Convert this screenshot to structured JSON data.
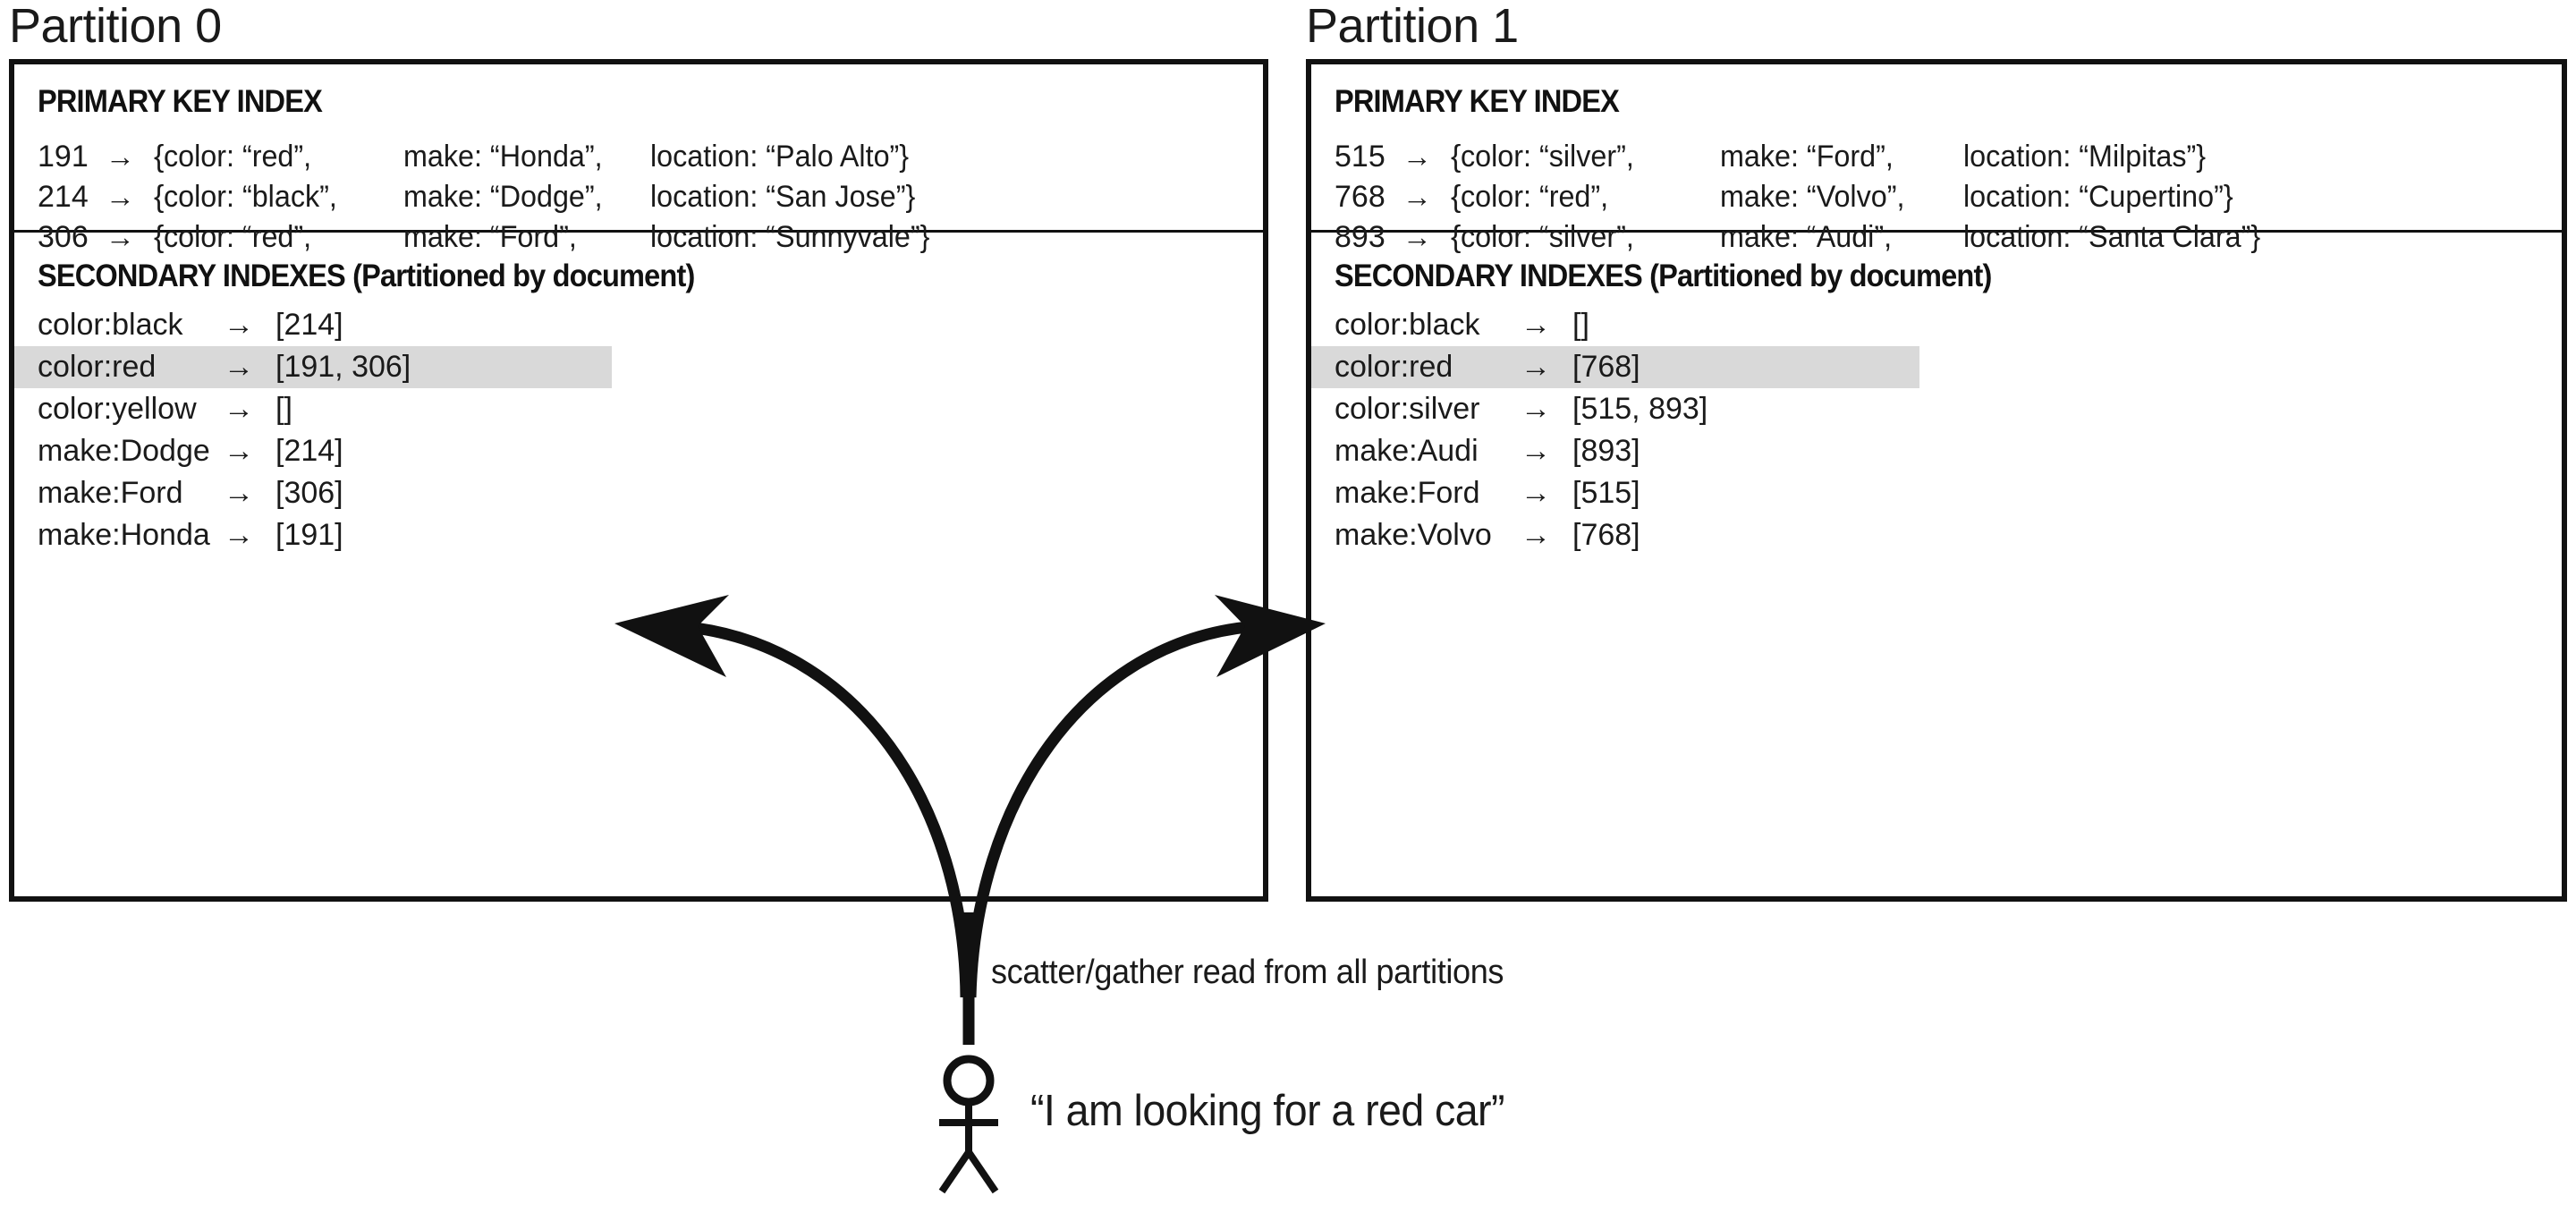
{
  "colors": {
    "stroke": "#111111",
    "text": "#1a1a1a",
    "highlight": "#d9d9d9",
    "background": "#ffffff"
  },
  "partitions": [
    {
      "title": "Partition 0",
      "primary_key_index": {
        "heading": "PRIMARY KEY INDEX",
        "rows": [
          {
            "id": "191",
            "arrow": "→",
            "open": "{",
            "color": "color: “red”,",
            "make": "make: “Honda”,",
            "location": "location: “Palo Alto”}"
          },
          {
            "id": "214",
            "arrow": "→",
            "open": "{",
            "color": "color: “black”,",
            "make": "make: “Dodge”,",
            "location": "location: “San Jose”}"
          },
          {
            "id": "306",
            "arrow": "→",
            "open": "{",
            "color": "color: “red”,",
            "make": "make: “Ford”,",
            "location": "location: “Sunnyvale”}"
          }
        ]
      },
      "secondary_indexes": {
        "heading": "SECONDARY INDEXES (Partitioned by document)",
        "rows": [
          {
            "key": "color:black",
            "arrow": "→",
            "value": "[214]",
            "highlighted": false
          },
          {
            "key": "color:red",
            "arrow": "→",
            "value": "[191, 306]",
            "highlighted": true
          },
          {
            "key": "color:yellow",
            "arrow": "→",
            "value": "[]",
            "highlighted": false
          },
          {
            "key": "make:Dodge",
            "arrow": "→",
            "value": "[214]",
            "highlighted": false
          },
          {
            "key": "make:Ford",
            "arrow": "→",
            "value": "[306]",
            "highlighted": false
          },
          {
            "key": "make:Honda",
            "arrow": "→",
            "value": "[191]",
            "highlighted": false
          }
        ]
      }
    },
    {
      "title": "Partition 1",
      "primary_key_index": {
        "heading": "PRIMARY KEY INDEX",
        "rows": [
          {
            "id": "515",
            "arrow": "→",
            "open": "{",
            "color": "color: “silver”,",
            "make": "make: “Ford”,",
            "location": "location: “Milpitas”}"
          },
          {
            "id": "768",
            "arrow": "→",
            "open": "{",
            "color": "color: “red”,",
            "make": "make: “Volvo”,",
            "location": "location: “Cupertino”}"
          },
          {
            "id": "893",
            "arrow": "→",
            "open": "{",
            "color": "color: “silver”,",
            "make": "make: “Audi”,",
            "location": "location: “Santa Clara”}"
          }
        ]
      },
      "secondary_indexes": {
        "heading": "SECONDARY INDEXES (Partitioned by document)",
        "rows": [
          {
            "key": "color:black",
            "arrow": "→",
            "value": "[]",
            "highlighted": false
          },
          {
            "key": "color:red",
            "arrow": "→",
            "value": "[768]",
            "highlighted": true
          },
          {
            "key": "color:silver",
            "arrow": "→",
            "value": "[515, 893]",
            "highlighted": false
          },
          {
            "key": "make:Audi",
            "arrow": "→",
            "value": "[893]",
            "highlighted": false
          },
          {
            "key": "make:Ford",
            "arrow": "→",
            "value": "[515]",
            "highlighted": false
          },
          {
            "key": "make:Volvo",
            "arrow": "→",
            "value": "[768]",
            "highlighted": false
          }
        ]
      }
    }
  ],
  "annotations": {
    "scatter_gather": "scatter/gather read from all partitions",
    "user_quote": "“I am looking for a red car”"
  },
  "actor": {
    "icon": "stick-figure"
  }
}
